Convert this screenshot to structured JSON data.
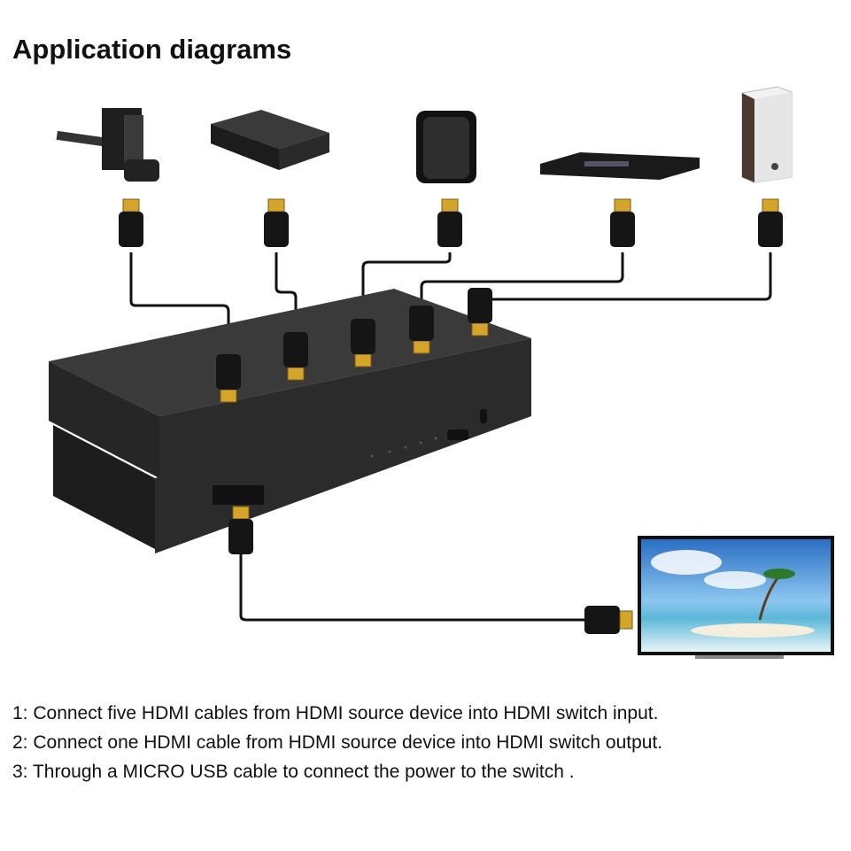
{
  "title": "Application diagrams",
  "devices": [
    {
      "name": "game-console-with-camera",
      "icon": "game-console-icon"
    },
    {
      "name": "set-top-box",
      "icon": "set-top-box-icon"
    },
    {
      "name": "ps3-console",
      "icon": "ps3-icon"
    },
    {
      "name": "dvd-player",
      "icon": "dvd-player-icon"
    },
    {
      "name": "pc-tower",
      "icon": "pc-tower-icon"
    }
  ],
  "switch": {
    "inputs": 5,
    "outputs": 1
  },
  "display": {
    "icon": "tv-icon"
  },
  "colors": {
    "cable": "#111111",
    "switch_body": "#2b2b2b",
    "connector_gold": "#d4a52a"
  },
  "steps": [
    "1: Connect five HDMI cables from HDMI source device into HDMI switch input.",
    "2: Connect one HDMI cable from HDMI source device into HDMI switch output.",
    "3: Through a MICRO USB cable to connect the power to the switch ."
  ]
}
